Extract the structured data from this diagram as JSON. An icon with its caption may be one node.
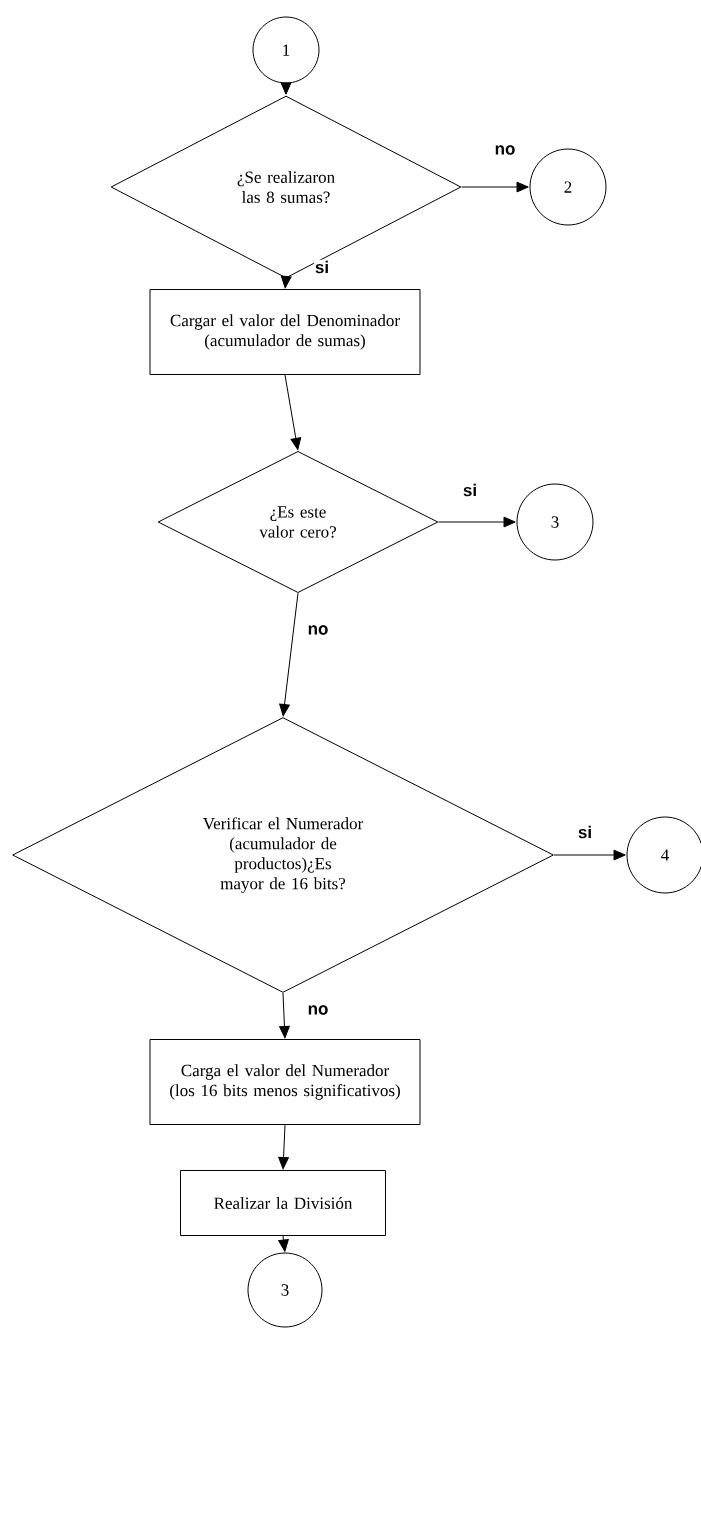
{
  "diagram": {
    "nodes": [
      {
        "text": [
          "1"
        ]
      },
      {
        "text": [
          "¿Se realizaron las 8 sumas?"
        ]
      },
      {
        "text": [
          "2"
        ]
      },
      {
        "text": [
          "Cargar el valor del Denominador (acumulador de sumas)"
        ]
      },
      {
        "text": [
          "¿Es este valor cero?"
        ]
      },
      {
        "text": [
          "3"
        ]
      },
      {
        "text": [
          "Verificar el Numerador (acumulador de productos)¿Es mayor de 16 bits?"
        ]
      },
      {
        "text": [
          "4"
        ]
      },
      {
        "text": [
          "Carga el valor del Numerador (los 16 bits menos significativos)"
        ]
      },
      {
        "text": [
          "Realizar la División"
        ]
      },
      {
        "text": [
          "3"
        ]
      }
    ],
    "edges": [
      {
        "from": 0,
        "to": 1,
        "arrow": "to"
      },
      {
        "from": 1,
        "to": 2,
        "arrow": "to",
        "label": "no"
      },
      {
        "from": 1,
        "to": 3,
        "arrow": "to",
        "label": "si"
      },
      {
        "from": 3,
        "to": 4,
        "arrow": "to"
      },
      {
        "from": 4,
        "to": 5,
        "arrow": "to",
        "label": "si"
      },
      {
        "from": 4,
        "to": 6,
        "arrow": "to",
        "label": "no"
      },
      {
        "from": 6,
        "to": 7,
        "arrow": "to",
        "label": "si"
      },
      {
        "from": 6,
        "to": 8,
        "arrow": "to",
        "label": "no"
      },
      {
        "from": 8,
        "to": 9,
        "arrow": "to"
      },
      {
        "from": 9,
        "to": 10,
        "arrow": "to"
      }
    ]
  }
}
